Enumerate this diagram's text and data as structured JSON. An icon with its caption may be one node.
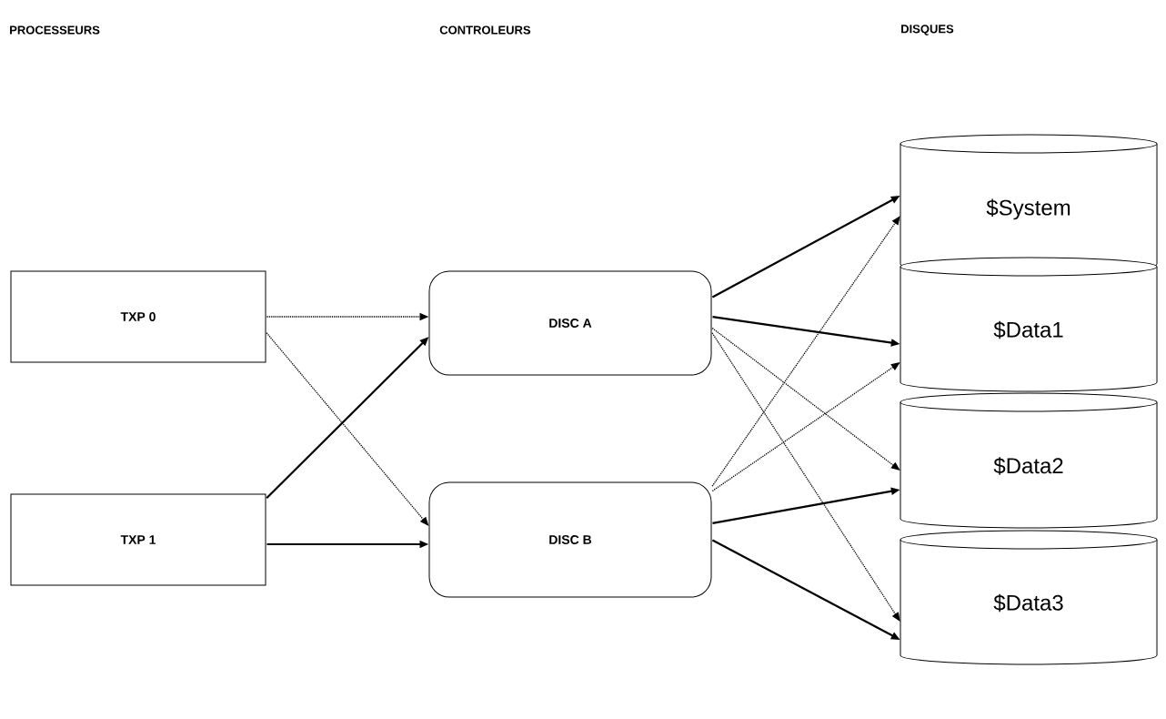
{
  "diagram": {
    "nodes": [
      {
        "text": [
          "TXP 0"
        ]
      },
      {
        "text": [
          "TXP 1"
        ]
      },
      {
        "text": [
          "DISC A"
        ]
      },
      {
        "text": [
          "DISC B"
        ]
      },
      {
        "text": [
          "$System"
        ]
      },
      {
        "text": [
          "$Data1"
        ]
      },
      {
        "text": [
          "$Data2"
        ]
      },
      {
        "text": [
          "$Data3"
        ]
      }
    ],
    "edges": [
      {
        "from": 0,
        "to": 2,
        "arrow": "to",
        "style": "dashed"
      },
      {
        "from": 0,
        "to": 3,
        "arrow": "to",
        "style": "dashed"
      },
      {
        "from": 1,
        "to": 2,
        "arrow": "to"
      },
      {
        "from": 1,
        "to": 3,
        "arrow": "to"
      },
      {
        "from": 2,
        "to": 4,
        "arrow": "to"
      },
      {
        "from": 2,
        "to": 5,
        "arrow": "to"
      },
      {
        "from": 2,
        "to": 6,
        "arrow": "to",
        "style": "dashed"
      },
      {
        "from": 2,
        "to": 7,
        "arrow": "to",
        "style": "dashed"
      },
      {
        "from": 3,
        "to": 4,
        "arrow": "to",
        "style": "dashed"
      },
      {
        "from": 3,
        "to": 5,
        "arrow": "to",
        "style": "dashed"
      },
      {
        "from": 3,
        "to": 6,
        "arrow": "to"
      },
      {
        "from": 3,
        "to": 7,
        "arrow": "to"
      }
    ],
    "labels": [
      "PROCESSEURS",
      "CONTROLEURS",
      "DISQUES"
    ]
  }
}
